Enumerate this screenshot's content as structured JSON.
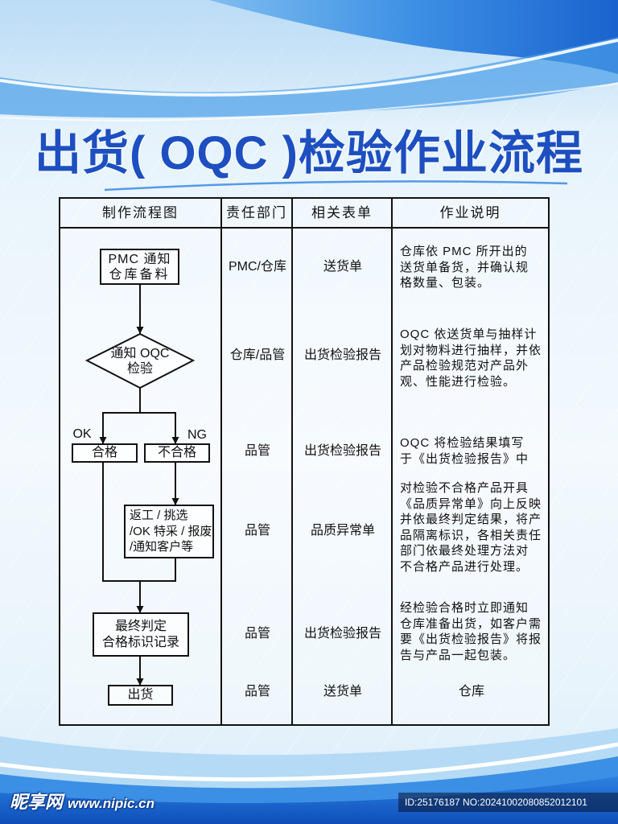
{
  "title": "出货( OQC )检验作业流程",
  "colors": {
    "title_blue": "#1d4fc0",
    "table_line": "#111111",
    "wave_blue": "#1f6fd6"
  },
  "table": {
    "headers": {
      "flowchart": "制作流程图",
      "department": "责任部门",
      "form": "相关表单",
      "description": "作业说明"
    },
    "rows": [
      {
        "department": "PMC/仓库",
        "form": "送货单",
        "description": [
          "仓库依 PMC 所开出的",
          "送货单备货，并确认规",
          "格数量、包装。"
        ]
      },
      {
        "department": "仓库/品管",
        "form": "出货检验报告",
        "description": [
          "OQC 依送货单与抽样计",
          "划对物料进行抽样，并依",
          "产品检验规范对产品外",
          "观、性能进行检验。"
        ]
      },
      {
        "department": "品管",
        "form": "出货检验报告",
        "description": [
          "OQC 将检验结果填写",
          "于《出货检验报告》中"
        ]
      },
      {
        "department": "品管",
        "form": "品质异常单",
        "description": [
          "对检验不合格产品开具",
          "《品质异常单》向上反映",
          "并依最终判定结果，将产",
          "品隔离标识，各相关责任",
          "部门依最终处理方法对",
          "不合格产品进行处理。"
        ]
      },
      {
        "department": "品管",
        "form": "出货检验报告",
        "description": [
          "经检验合格时立即通知",
          "仓库准备出货，如客户需",
          "要《出货检验报告》将报",
          "告与产品一起包装。"
        ]
      },
      {
        "department": "品管",
        "form": "送货单",
        "description": [
          "仓库"
        ]
      }
    ]
  },
  "flowchart": {
    "step_notify": [
      "PMC 通知",
      "仓库备料"
    ],
    "decision_inspect": [
      "通知 OQC",
      "检验"
    ],
    "branch_ok": "OK",
    "branch_ng": "NG",
    "result_pass": "合格",
    "result_fail": "不合格",
    "handle_fail": [
      "返工 / 挑选",
      "/OK 特采 / 报废",
      "/通知客户等"
    ],
    "final_judgement": [
      "最终判定",
      "合格标识记录"
    ],
    "ship": "出货"
  },
  "watermark": {
    "site_name": "昵享网",
    "site_url": "www.nipic.cn",
    "image_id": "ID:25176187 NO:20241002080852012101"
  }
}
